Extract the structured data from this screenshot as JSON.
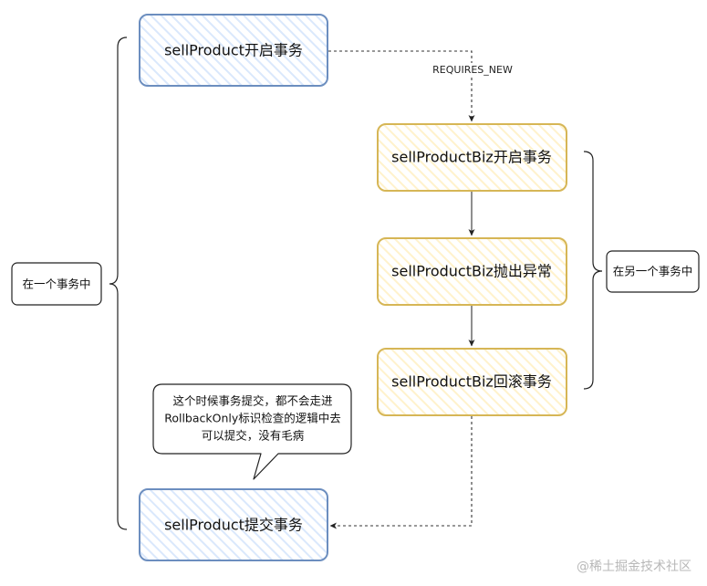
{
  "nodes": {
    "sell_start": "sellProduct开启事务",
    "biz_start": "sellProductBiz开启事务",
    "biz_throw": "sellProductBiz抛出异常",
    "biz_rollback": "sellProductBiz回滚事务",
    "sell_commit": "sellProduct提交事务"
  },
  "edges": {
    "requires_new": "REQUIRES_NEW"
  },
  "labels": {
    "same_tx": "在一个事务中",
    "other_tx": "在另一个事务中"
  },
  "callout": {
    "line1": "这个时候事务提交，都不会走进",
    "line2": "RollbackOnly标识检查的逻辑中去",
    "line3": "可以提交，没有毛病"
  },
  "watermark": "@稀土掘金技术社区",
  "colors": {
    "blue_stroke": "#6c8ebf",
    "blue_hatch": "#dae8fc",
    "yellow_stroke": "#d6b656",
    "yellow_hatch": "#fff2cc"
  }
}
